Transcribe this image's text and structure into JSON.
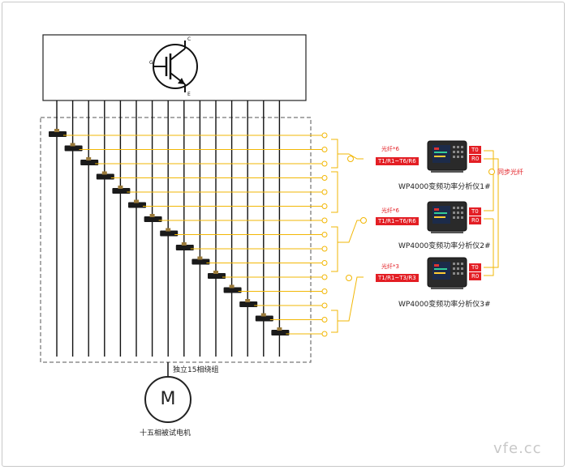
{
  "diagram": {
    "winding_label": "独立15相绕组",
    "motor_symbol": "M",
    "motor_caption": "十五相被试电机",
    "sync_label": "同步光纤",
    "watermark": "vfe.cc",
    "transistor_pins": {
      "collector": "C",
      "gate": "G",
      "emitter": "E"
    },
    "analyzers": [
      {
        "fiber_tag": "光纤*6",
        "channel_box": "T1/R1~T6/R6",
        "port_t": "T0",
        "port_r": "R0",
        "caption": "WP4000变频功率分析仪1#"
      },
      {
        "fiber_tag": "光纤*6",
        "channel_box": "T1/R1~T6/R6",
        "port_t": "T0",
        "port_r": "R0",
        "caption": "WP4000变频功率分析仪2#"
      },
      {
        "fiber_tag": "光纤*3",
        "channel_box": "T1/R1~T3/R3",
        "port_t": "T0",
        "port_r": "R0",
        "caption": "WP4000变频功率分析仪3#"
      }
    ],
    "phase_count": 15,
    "colors": {
      "fiber": "#f2b705",
      "signal": "#e31e24",
      "wire": "#111111"
    }
  }
}
